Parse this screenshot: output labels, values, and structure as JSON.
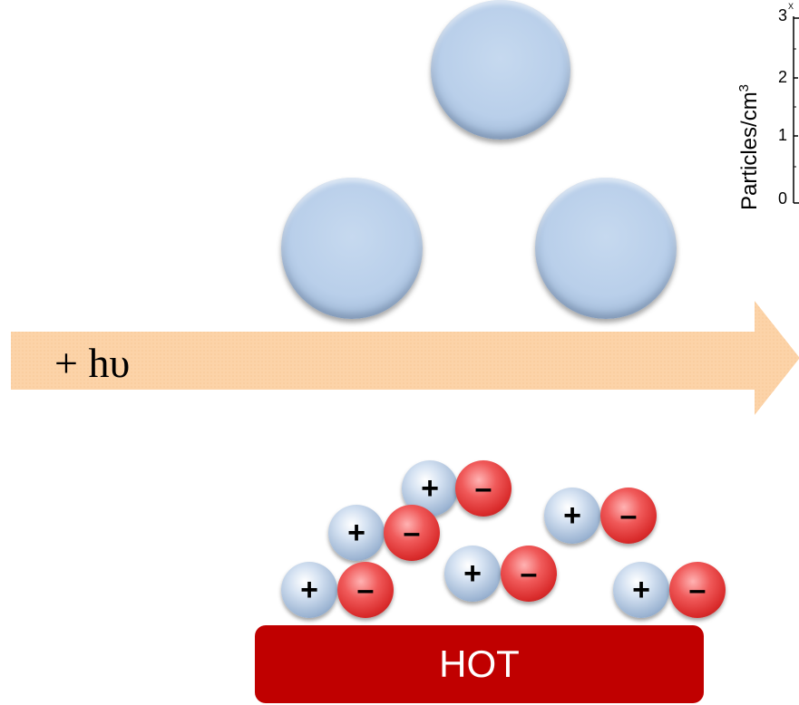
{
  "arrow": {
    "label": "+ hυ",
    "color": "#fcd3a8"
  },
  "hot_plate": {
    "label": "HOT",
    "color": "#c00000"
  },
  "ion_pair": {
    "positive": "+",
    "negative": "–"
  },
  "colors": {
    "particle": "#b9cfea",
    "positive_ion": "#b8cbe3",
    "negative_ion": "#e63b3b"
  },
  "chart_data": {
    "type": "line",
    "ylabel": "Particles/cm",
    "ylabel_superscript": "3",
    "y_ticks": [
      "0",
      "1",
      "2",
      "3"
    ]
  }
}
